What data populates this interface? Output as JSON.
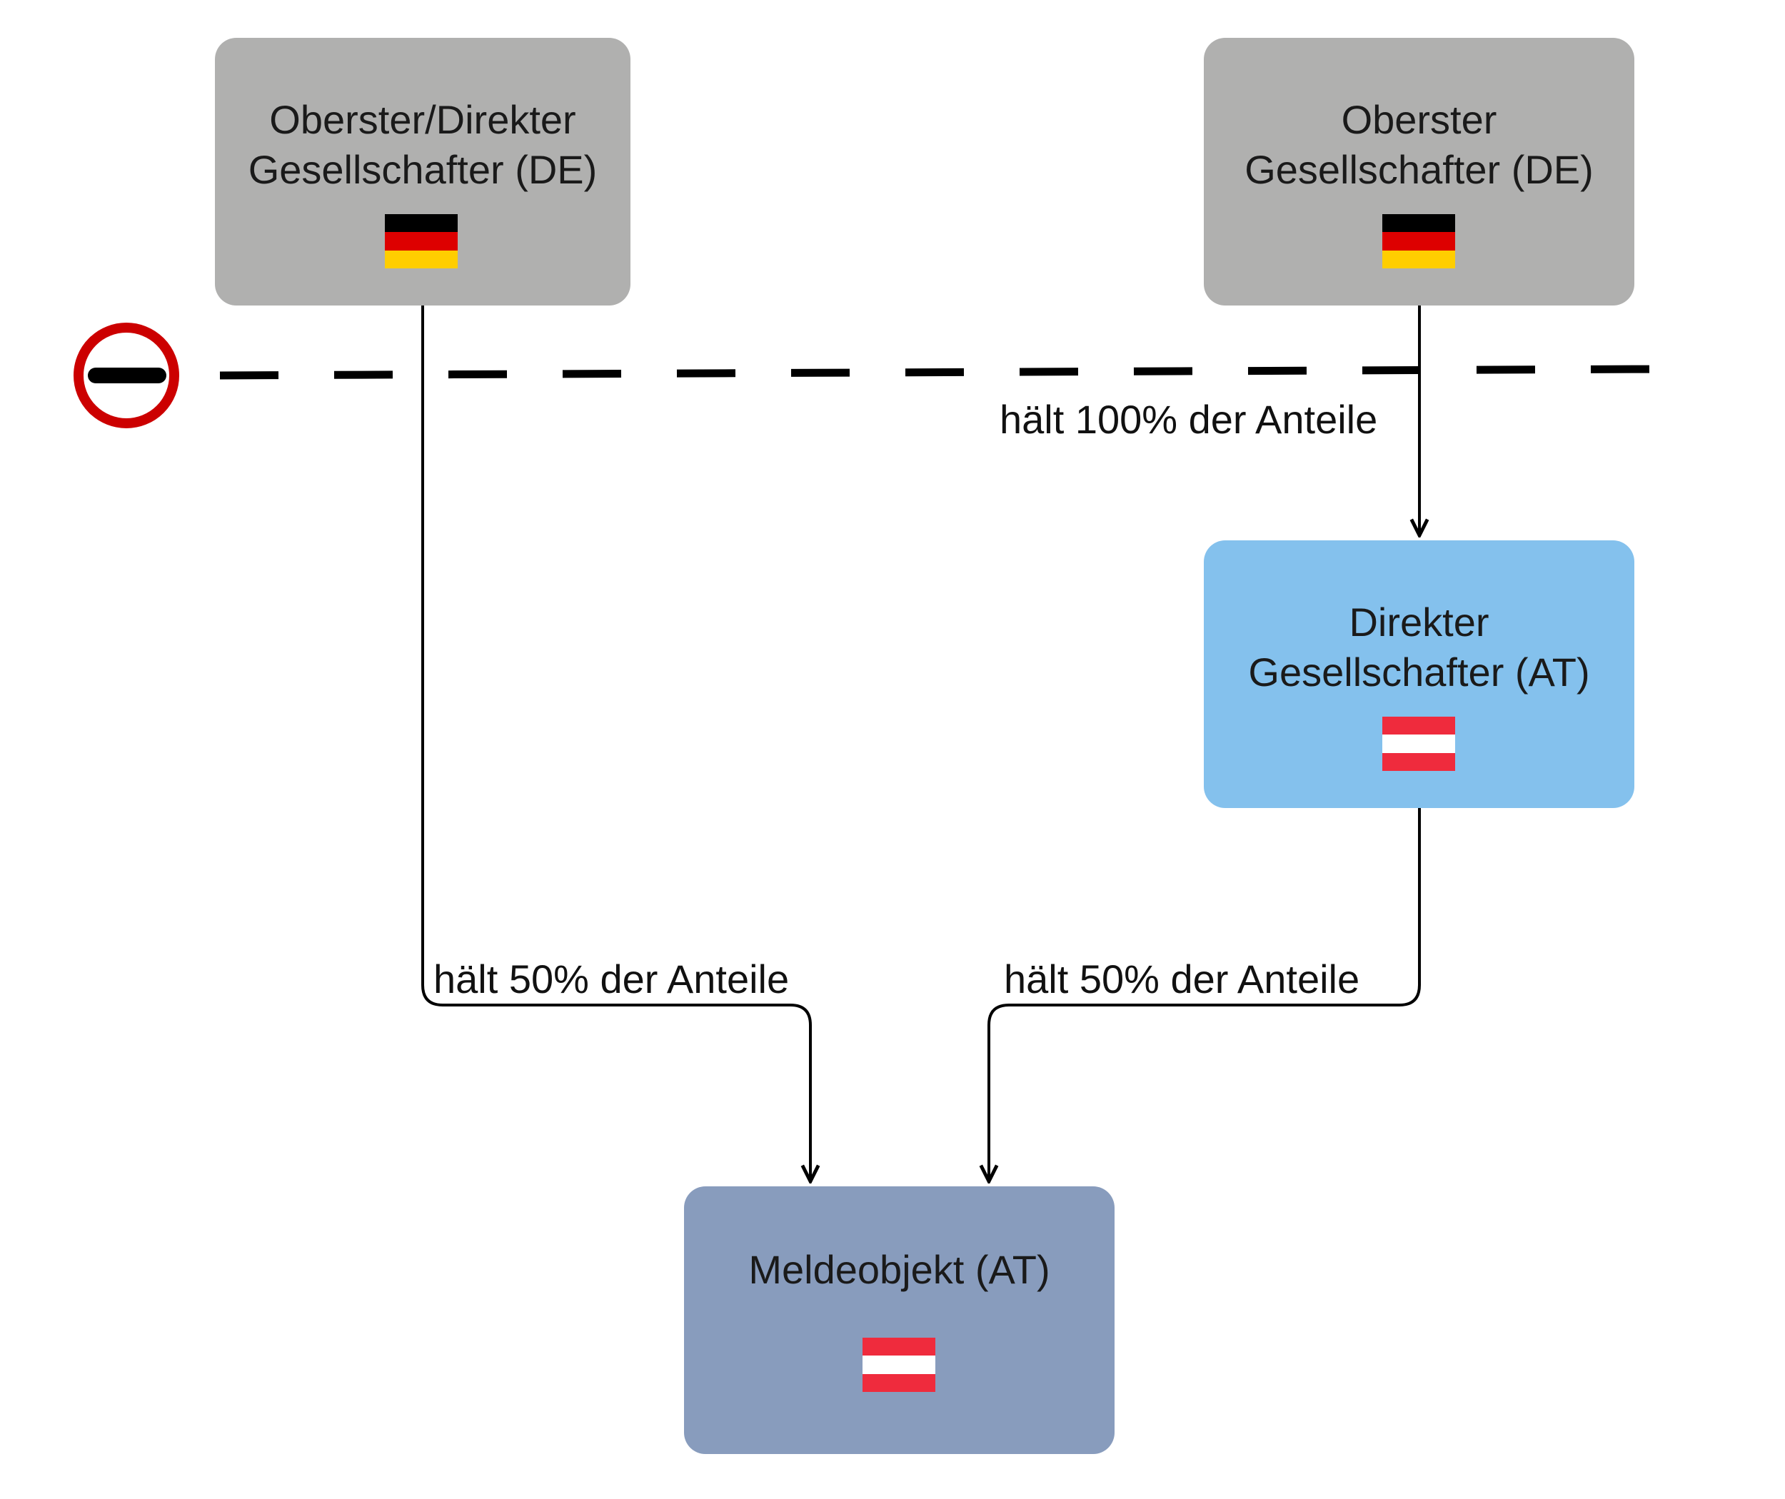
{
  "nodes": {
    "top_left": {
      "title": "Oberster/Direkter\nGesellschafter (DE)",
      "flag": "germany-flag",
      "fill": "#b0b0af"
    },
    "top_right": {
      "title": "Oberster\nGesellschafter (DE)",
      "flag": "germany-flag",
      "fill": "#b0b0af"
    },
    "direct_at": {
      "title": "Direkter\nGesellschafter (AT)",
      "flag": "austria-flag",
      "fill": "#84c1ed"
    },
    "reporting": {
      "title": "Meldeobjekt (AT)",
      "flag": "austria-flag",
      "fill": "#889cbd"
    }
  },
  "edges": {
    "top_right_to_direct": "hält 100% der Anteile",
    "top_left_to_reporting": "hält 50% der Anteile",
    "direct_to_reporting": "hält 50% der Anteile"
  },
  "legend": {
    "icon": "no-entry-icon",
    "icon_color": "#cc0000"
  },
  "colors": {
    "germany": [
      "#000000",
      "#dd0000",
      "#ffce00"
    ],
    "austria": [
      "#ef2b3d",
      "#ffffff",
      "#ef2b3d"
    ]
  }
}
